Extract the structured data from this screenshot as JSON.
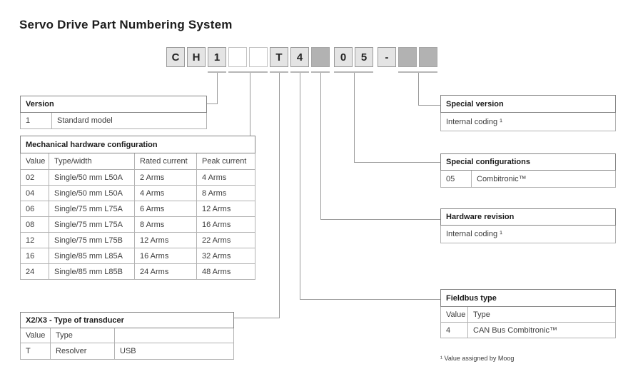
{
  "title": "Servo Drive Part Numbering System",
  "part_number": {
    "boxes": [
      {
        "char": "C",
        "type": "coded"
      },
      {
        "char": "H",
        "type": "coded"
      },
      {
        "char": "1",
        "type": "coded"
      },
      {
        "char": "",
        "type": "empty"
      },
      {
        "char": "",
        "type": "empty"
      },
      {
        "char": "T",
        "type": "coded"
      },
      {
        "char": "4",
        "type": "coded"
      },
      {
        "char": "",
        "type": "filled"
      },
      {
        "char": "0",
        "type": "coded"
      },
      {
        "char": "5",
        "type": "coded"
      },
      {
        "char": "-",
        "type": "coded"
      },
      {
        "char": "",
        "type": "filled"
      },
      {
        "char": "",
        "type": "filled"
      }
    ]
  },
  "tables": {
    "version": {
      "title": "Version",
      "rows": [
        [
          "1",
          "Standard model"
        ]
      ]
    },
    "mechanical": {
      "title": "Mechanical hardware configuration",
      "headers": [
        "Value",
        "Type/width",
        "Rated current",
        "Peak current"
      ],
      "rows": [
        [
          "02",
          "Single/50 mm L50A",
          "2 Arms",
          "4 Arms"
        ],
        [
          "04",
          "Single/50 mm L50A",
          "4 Arms",
          "8 Arms"
        ],
        [
          "06",
          "Single/75 mm L75A",
          "6 Arms",
          "12 Arms"
        ],
        [
          "08",
          "Single/75 mm L75A",
          "8 Arms",
          "16 Arms"
        ],
        [
          "12",
          "Single/75 mm L75B",
          "12 Arms",
          "22 Arms"
        ],
        [
          "16",
          "Single/85 mm L85A",
          "16 Arms",
          "32 Arms"
        ],
        [
          "24",
          "Single/85 mm L85B",
          "24 Arms",
          "48 Arms"
        ]
      ]
    },
    "transducer": {
      "title": "X2/X3 - Type of transducer",
      "headers": [
        "Value",
        "Type",
        ""
      ],
      "rows": [
        [
          "T",
          "Resolver",
          "USB"
        ]
      ]
    },
    "special_version": {
      "title": "Special version",
      "rows": [
        [
          "Internal coding ¹"
        ]
      ]
    },
    "special_configurations": {
      "title": "Special configurations",
      "rows": [
        [
          "05",
          "Combitronic™"
        ]
      ]
    },
    "hardware_revision": {
      "title": "Hardware revision",
      "rows": [
        [
          "Internal coding ¹"
        ]
      ]
    },
    "fieldbus": {
      "title": "Fieldbus type",
      "headers": [
        "Value",
        "Type"
      ],
      "rows": [
        [
          "4",
          "CAN Bus Combitronic™"
        ]
      ]
    }
  },
  "footnote": "¹ Value assigned by Moog",
  "colors": {
    "coded_box_bg": "#e4e4e4",
    "filled_box_bg": "#b2b2b2",
    "empty_box_bg": "#ffffff",
    "table_title_border": "#858585",
    "table_row_border": "#b2b2b2",
    "connector_line": "#9a9a9a",
    "tick_line": "#b6b6b6",
    "text_dark": "#1d1d1d"
  }
}
